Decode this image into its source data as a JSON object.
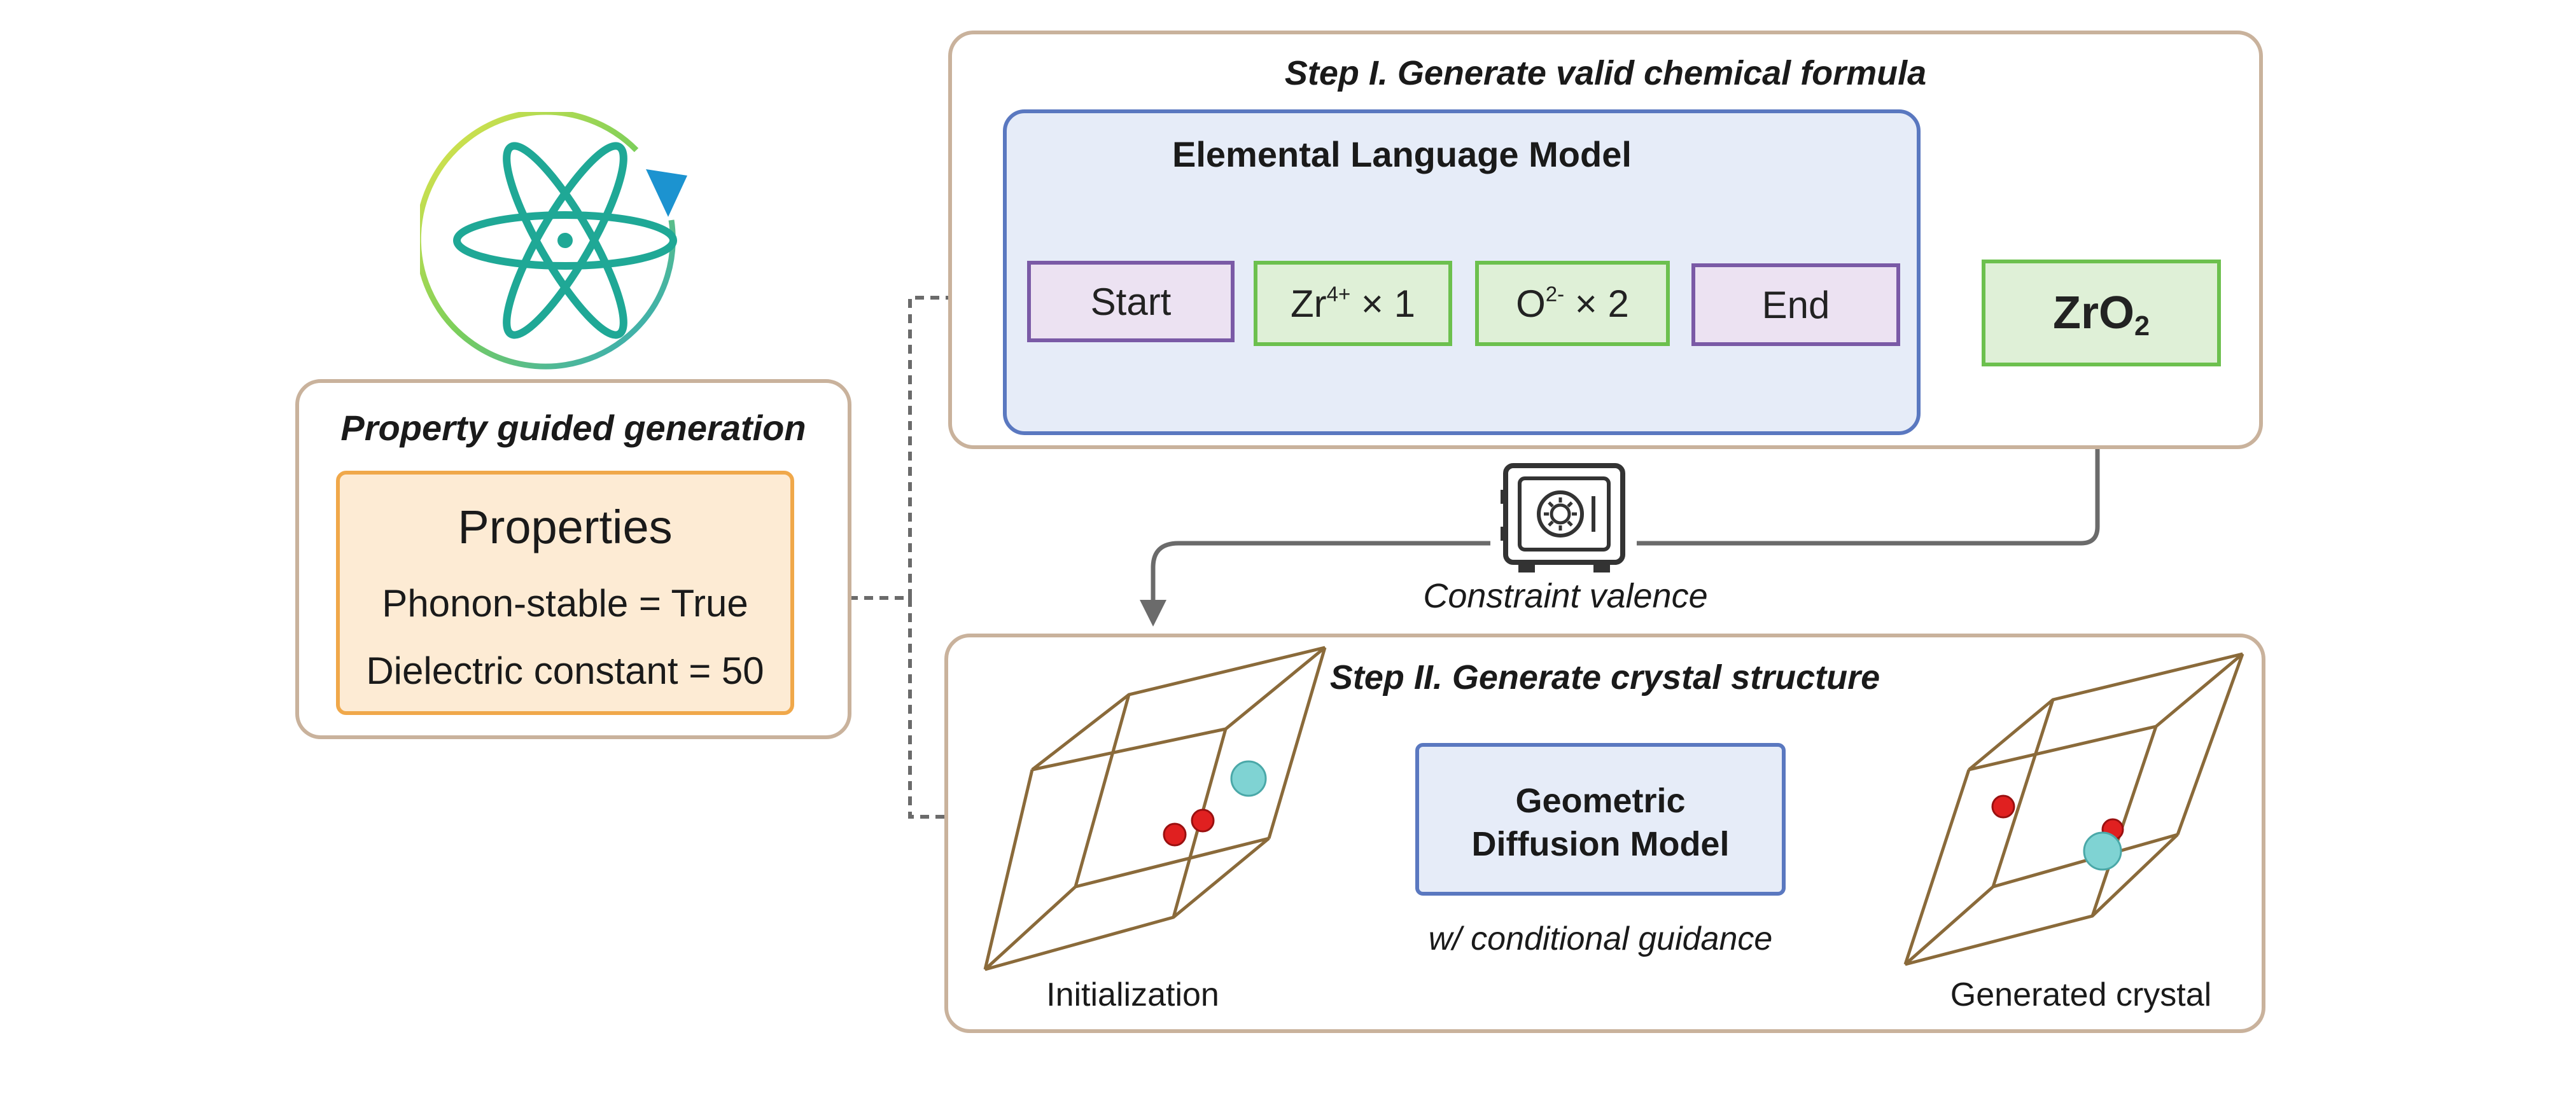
{
  "property_panel": {
    "title": "Property guided generation",
    "box_title": "Properties",
    "lines": [
      "Phonon-stable = True",
      "Dielectric constant = 50"
    ]
  },
  "step1": {
    "title": "Step I. Generate valid chemical formula",
    "model_title": "Elemental Language Model",
    "tokens": {
      "start": "Start",
      "zr": {
        "base": "Zr",
        "sup": "4+",
        "rest": " × 1"
      },
      "o": {
        "base": "O",
        "sup": "2-",
        "rest": " × 2"
      },
      "end": "End"
    },
    "result": {
      "base": "ZrO",
      "sub": "2"
    }
  },
  "constraint_label": "Constraint valence",
  "step2": {
    "title": "Step II. Generate crystal structure",
    "model_line1": "Geometric",
    "model_line2": "Diffusion Model",
    "guidance": "w/ conditional guidance",
    "initialization": "Initialization",
    "generated": "Generated crystal"
  },
  "colors": {
    "panel_border": "#c9b29c",
    "blue_border": "#5a78c0",
    "blue_fill": "#e6ecf8",
    "orange_border": "#f0a84a",
    "orange_fill": "#fdebd4",
    "green_border": "#6cc04e",
    "green_fill": "#dff0d7",
    "purple_border": "#7a5aa6",
    "purple_fill": "#ece2f2",
    "arrow": "#6b6b6b",
    "lattice": "#8a6a3a",
    "atom_red": "#e02020",
    "atom_cyan": "#7fd3d3",
    "atom_logo": "#1fa896"
  },
  "icons": [
    "atom-icon",
    "safe-icon"
  ]
}
